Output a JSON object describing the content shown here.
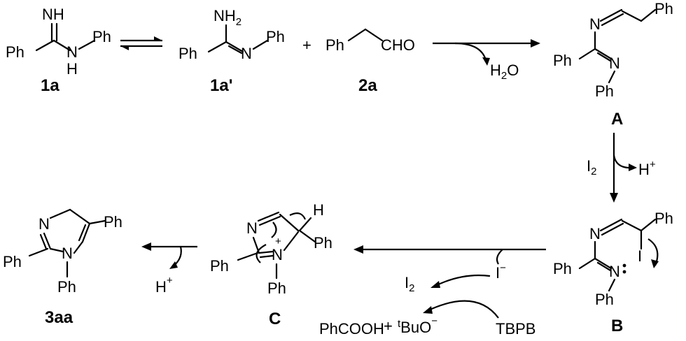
{
  "compounds": {
    "c1a": {
      "label": "1a",
      "NH_top": "NH",
      "NH": "N",
      "H": "H",
      "Ph_left": "Ph",
      "Ph_right": "Ph"
    },
    "c1a_prime": {
      "label": "1a'",
      "NH2": "NH",
      "NH2_sub": "2",
      "N": "N",
      "Ph_left": "Ph",
      "Ph_right": "Ph"
    },
    "c2a": {
      "label": "2a",
      "Ph": "Ph",
      "CHO": "CHO"
    },
    "cA": {
      "label": "A",
      "N1": "N",
      "N2": "N",
      "Ph_top": "Ph",
      "Ph_left": "Ph",
      "Ph_bottom": "Ph"
    },
    "cB": {
      "label": "B",
      "N1": "N",
      "N2": "N",
      "I": "I",
      "Ph_top": "Ph",
      "Ph_left": "Ph",
      "Ph_bottom": "Ph"
    },
    "cC": {
      "label": "C",
      "N1": "N",
      "N2": "N",
      "plus": "+",
      "H": "H",
      "Ph_right": "Ph",
      "Ph_left": "Ph",
      "Ph_bottom": "Ph"
    },
    "c3aa": {
      "label": "3aa",
      "N1": "N",
      "N2": "N",
      "Ph_right": "Ph",
      "Ph_left": "Ph",
      "Ph_bottom": "Ph"
    }
  },
  "reagents": {
    "plus": "+",
    "water": "H",
    "water_sub": "2",
    "water_O": "O",
    "iodine": "I",
    "iodine_sub": "2",
    "proton": "H",
    "proton_sup": "+",
    "iodide": "I",
    "iodide_sup": "−",
    "iodine2": "I",
    "iodine2_sub": "2",
    "tbpb": "TBPB",
    "phcooh": "PhCOOH",
    "plus2": "+",
    "tbuo_sup": "t",
    "tbuo": "BuO",
    "tbuo_charge": "−",
    "proton2": "H",
    "proton2_sup": "+"
  }
}
